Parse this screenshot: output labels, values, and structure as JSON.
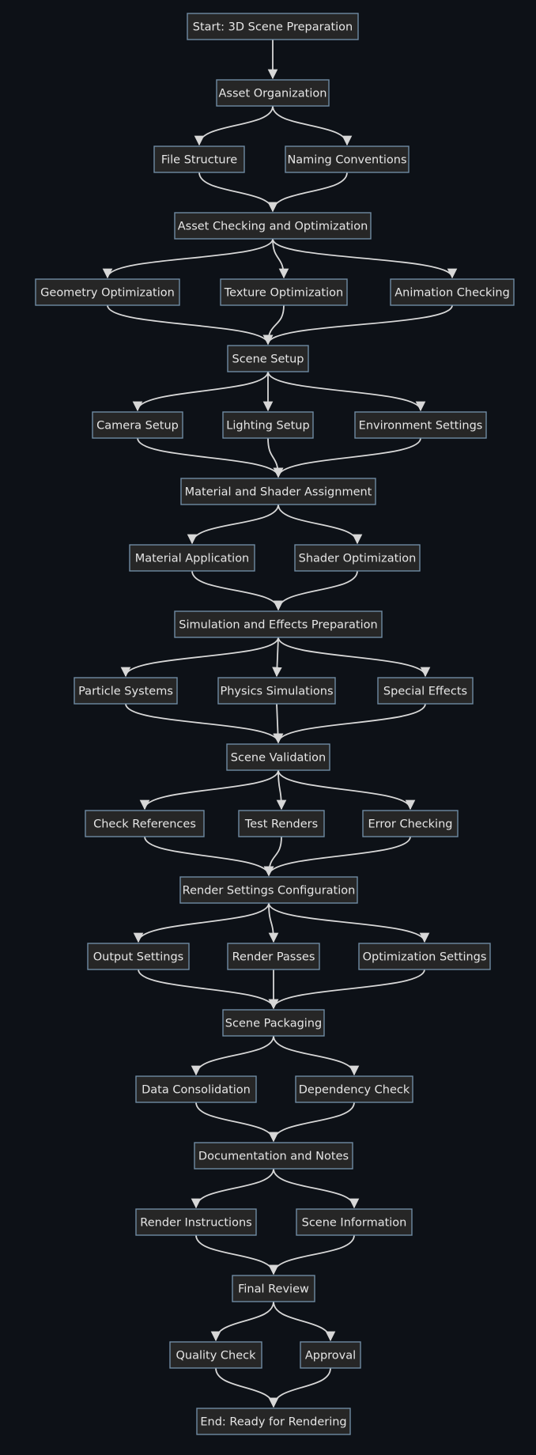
{
  "nodes": {
    "start": "Start: 3D Scene Preparation",
    "asset_org": "Asset Organization",
    "file_structure": "File Structure",
    "naming": "Naming Conventions",
    "asset_check": "Asset Checking and Optimization",
    "geometry": "Geometry Optimization",
    "texture": "Texture Optimization",
    "animation": "Animation Checking",
    "scene_setup": "Scene Setup",
    "camera": "Camera Setup",
    "lighting": "Lighting Setup",
    "environment": "Environment Settings",
    "material_shader": "Material and Shader Assignment",
    "material_app": "Material Application",
    "shader_opt": "Shader Optimization",
    "sim_effects": "Simulation and Effects Preparation",
    "particles": "Particle Systems",
    "physics": "Physics Simulations",
    "special_fx": "Special Effects",
    "validation": "Scene Validation",
    "check_refs": "Check References",
    "test_renders": "Test Renders",
    "error_check": "Error Checking",
    "render_settings": "Render Settings Configuration",
    "output": "Output Settings",
    "passes": "Render Passes",
    "opt_settings": "Optimization Settings",
    "packaging": "Scene Packaging",
    "consolidation": "Data Consolidation",
    "dependency": "Dependency Check",
    "documentation": "Documentation and Notes",
    "instructions": "Render Instructions",
    "scene_info": "Scene Information",
    "final_review": "Final Review",
    "quality": "Quality Check",
    "approval": "Approval",
    "end": "End: Ready for Rendering"
  },
  "edges": [
    [
      "start",
      "asset_org"
    ],
    [
      "asset_org",
      "file_structure"
    ],
    [
      "asset_org",
      "naming"
    ],
    [
      "file_structure",
      "asset_check"
    ],
    [
      "naming",
      "asset_check"
    ],
    [
      "asset_check",
      "geometry"
    ],
    [
      "asset_check",
      "texture"
    ],
    [
      "asset_check",
      "animation"
    ],
    [
      "geometry",
      "scene_setup"
    ],
    [
      "texture",
      "scene_setup"
    ],
    [
      "animation",
      "scene_setup"
    ],
    [
      "scene_setup",
      "camera"
    ],
    [
      "scene_setup",
      "lighting"
    ],
    [
      "scene_setup",
      "environment"
    ],
    [
      "camera",
      "material_shader"
    ],
    [
      "lighting",
      "material_shader"
    ],
    [
      "environment",
      "material_shader"
    ],
    [
      "material_shader",
      "material_app"
    ],
    [
      "material_shader",
      "shader_opt"
    ],
    [
      "material_app",
      "sim_effects"
    ],
    [
      "shader_opt",
      "sim_effects"
    ],
    [
      "sim_effects",
      "particles"
    ],
    [
      "sim_effects",
      "physics"
    ],
    [
      "sim_effects",
      "special_fx"
    ],
    [
      "particles",
      "validation"
    ],
    [
      "physics",
      "validation"
    ],
    [
      "special_fx",
      "validation"
    ],
    [
      "validation",
      "check_refs"
    ],
    [
      "validation",
      "test_renders"
    ],
    [
      "validation",
      "error_check"
    ],
    [
      "check_refs",
      "render_settings"
    ],
    [
      "test_renders",
      "render_settings"
    ],
    [
      "error_check",
      "render_settings"
    ],
    [
      "render_settings",
      "output"
    ],
    [
      "render_settings",
      "passes"
    ],
    [
      "render_settings",
      "opt_settings"
    ],
    [
      "output",
      "packaging"
    ],
    [
      "passes",
      "packaging"
    ],
    [
      "opt_settings",
      "packaging"
    ],
    [
      "packaging",
      "consolidation"
    ],
    [
      "packaging",
      "dependency"
    ],
    [
      "consolidation",
      "documentation"
    ],
    [
      "dependency",
      "documentation"
    ],
    [
      "documentation",
      "instructions"
    ],
    [
      "documentation",
      "scene_info"
    ],
    [
      "instructions",
      "final_review"
    ],
    [
      "scene_info",
      "final_review"
    ],
    [
      "final_review",
      "quality"
    ],
    [
      "final_review",
      "approval"
    ],
    [
      "quality",
      "end"
    ],
    [
      "approval",
      "end"
    ]
  ]
}
